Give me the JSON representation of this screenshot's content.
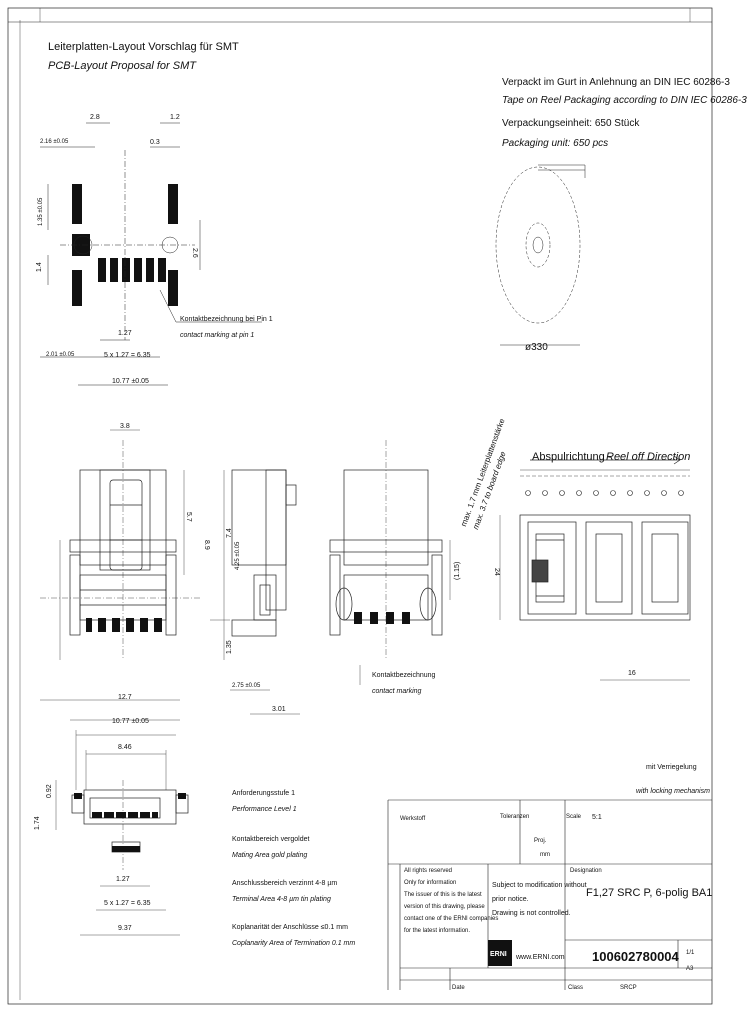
{
  "header": {
    "title_de": "Leiterplatten-Layout Vorschlag für SMT",
    "title_en": "PCB-Layout Proposal for SMT"
  },
  "packaging": {
    "line1_de": "Verpackt im Gurt in Anlehnung an DIN IEC 60286-3",
    "line1_en": "Tape on Reel Packaging according to DIN IEC 60286-3",
    "line2_de": "Verpackungseinheit: 650 Stück",
    "line2_en": "Packaging unit: 650 pcs",
    "reel_diameter": "ø330"
  },
  "pcb_dims": {
    "d_2_8": "2.8",
    "d_1_2": "1.2",
    "d_21_6": "2.16 ±0.05",
    "d_0_3": "0.3",
    "d_1_35": "1.35 ±0.05",
    "d_2_6": "2.6",
    "d_1_4": "1.4",
    "d_127": "1.27",
    "d_201": "2.01 ±0.05",
    "d_5x127": "5 x 1.27 = 6.35",
    "d_1077": "10.77 ±0.05",
    "contact_de": "Kontaktbezeichnung bei Pin 1",
    "contact_en": "contact marking at pin 1"
  },
  "views": {
    "d_3_8": "3.8",
    "d_5_7": "5.7",
    "d_8_9": "8.9",
    "d_7_4": "7.4",
    "d_4_25": "4.25 ±0.05",
    "d_1_35": "1.35",
    "d_2_75": "2.75 ±0.05",
    "d_3_01": "3.01",
    "d_1_15": "(1.15)",
    "contact_de": "Kontaktbezeichnung",
    "contact_en": "contact marking",
    "board_note_de": "max. 1.7 mm Leiterplattenstärke",
    "board_note_en": "max. 3.7 to board edge"
  },
  "reel_off": {
    "title_de": "Abspulrichtung -",
    "title_en": "Reel off Direction",
    "pitch": "16",
    "width": "24"
  },
  "bottom_view": {
    "d_12_7": "12.7",
    "d_1077": "10.77 ±0.05",
    "d_846": "8.46",
    "d_0_92": "0.92",
    "d_1_74": "1.74",
    "d_127": "1.27",
    "d_5x127": "5 x 1.27 = 6.35",
    "d_9_37": "9.37"
  },
  "notes": {
    "n1_de": "Anforderungsstufe 1",
    "n1_en": "Performance Level 1",
    "n2_de": "Kontaktbereich vergoldet",
    "n2_en": "Mating Area gold plating",
    "n3_de": "Anschlussbereich verzinnt 4-8 µm",
    "n3_en": "Terminal Area 4-8 µm tin plating",
    "n4_de": "Koplanarität der Anschlüsse ≤0.1 mm",
    "n4_en": "Coplanarity Area of Termination 0.1 mm"
  },
  "locking": {
    "de": "mit Verriegelung",
    "en": "with locking mechanism"
  },
  "title_block": {
    "tolerance_label": "Toleranzen",
    "scale_label": "Scale",
    "scale_value": "5:1",
    "projection": "Proj.",
    "dim_label": "Werkstoff",
    "units": "mm",
    "rights_1": "All rights reserved",
    "rights_2": "Only for information",
    "rights_3": "The issuer of this is the latest",
    "rights_4": "version of this drawing, please",
    "rights_5": "contact one of the ERNI companies",
    "rights_6": "for the latest information.",
    "subject_1": "Subject to modification without",
    "subject_2": "prior notice.",
    "subject_3": "Drawing is not controlled.",
    "designation_label": "Designation",
    "designation": "F1,27 SRC P, 6-polig BA1",
    "website": "www.ERNI.com",
    "logo": "ERNI",
    "part_number": "100602780004",
    "sheet_label": "1/1",
    "size": "A3",
    "date_label": "Date",
    "class_label": "Class",
    "class_value": "SRCP"
  }
}
